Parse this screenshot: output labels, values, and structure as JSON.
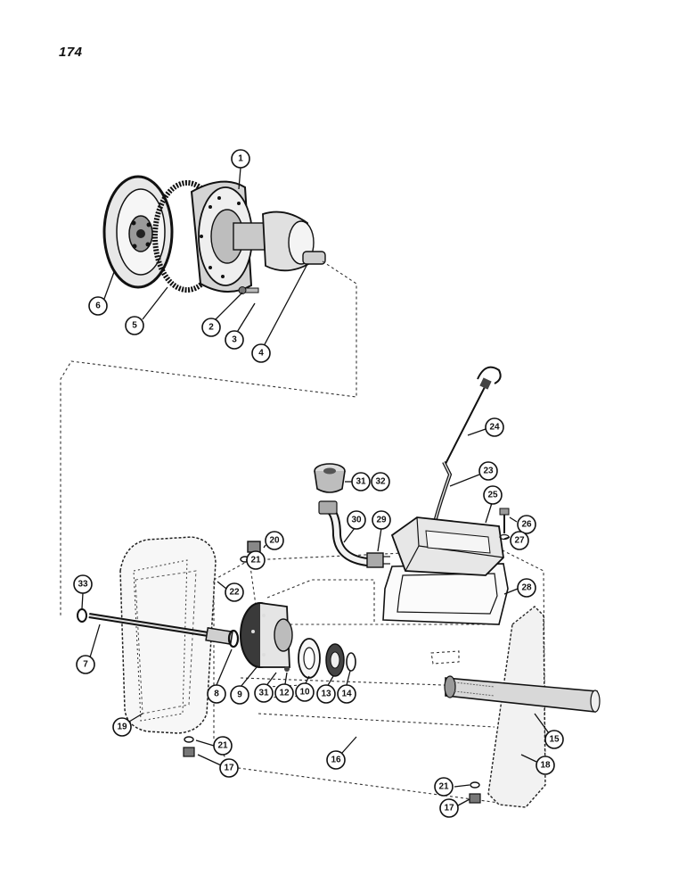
{
  "page_number": "174",
  "callouts": [
    {
      "id": "c1",
      "label": "1"
    },
    {
      "id": "c2",
      "label": "2"
    },
    {
      "id": "c3",
      "label": "3"
    },
    {
      "id": "c4",
      "label": "4"
    },
    {
      "id": "c5",
      "label": "5"
    },
    {
      "id": "c6",
      "label": "6"
    },
    {
      "id": "c7",
      "label": "7"
    },
    {
      "id": "c8",
      "label": "8"
    },
    {
      "id": "c9",
      "label": "9"
    },
    {
      "id": "c10",
      "label": "10"
    },
    {
      "id": "c12",
      "label": "12"
    },
    {
      "id": "c13",
      "label": "13"
    },
    {
      "id": "c14",
      "label": "14"
    },
    {
      "id": "c15",
      "label": "15"
    },
    {
      "id": "c16",
      "label": "16"
    },
    {
      "id": "c17a",
      "label": "17"
    },
    {
      "id": "c17b",
      "label": "17"
    },
    {
      "id": "c18",
      "label": "18"
    },
    {
      "id": "c19",
      "label": "19"
    },
    {
      "id": "c20",
      "label": "20"
    },
    {
      "id": "c21a",
      "label": "21"
    },
    {
      "id": "c21b",
      "label": "21"
    },
    {
      "id": "c21c",
      "label": "21"
    },
    {
      "id": "c22",
      "label": "22"
    },
    {
      "id": "c23",
      "label": "23"
    },
    {
      "id": "c24",
      "label": "24"
    },
    {
      "id": "c25",
      "label": "25"
    },
    {
      "id": "c26",
      "label": "26"
    },
    {
      "id": "c27",
      "label": "27"
    },
    {
      "id": "c28",
      "label": "28"
    },
    {
      "id": "c29",
      "label": "29"
    },
    {
      "id": "c30",
      "label": "30"
    },
    {
      "id": "c31a",
      "label": "31"
    },
    {
      "id": "c31b",
      "label": "31"
    },
    {
      "id": "c32",
      "label": "32"
    },
    {
      "id": "c33",
      "label": "33"
    }
  ]
}
